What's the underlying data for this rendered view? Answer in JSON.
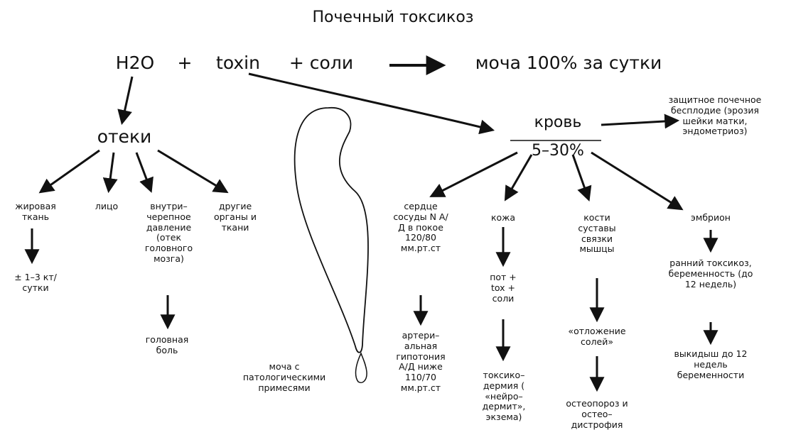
{
  "title": "Почечный токсикоз",
  "equation": {
    "h2o": "H2O",
    "plus1": "+",
    "toxin": "toxin",
    "plus_salts": "+ соли",
    "result": "моча 100% за сутки"
  },
  "edema": {
    "label": "отеки",
    "branches": {
      "fat": "жировая ткань",
      "fat_result": "± 1–3 кт/сутки",
      "face": "лицо",
      "icp": "внутри–черепное давление (отек головного мозга)",
      "icp_result": "головная боль",
      "other": "другие органы и ткани"
    }
  },
  "kidney": {
    "urine_label": "моча с патологическими примесями"
  },
  "blood": {
    "label": "кровь",
    "percent": "5–30%",
    "protective": "защитное почечное бесплодие (эрозия шейки матки, эндометриоз)",
    "heart": "сердце сосуды N А/Д в покое 120/80 мм.рт.ст",
    "heart_result": "артери–альная гипотония А/Д ниже 110/70 мм.рт.ст",
    "skin": "кожа",
    "skin_mid": "пот + tox + соли",
    "skin_result": "токсико–дермия ( «нейро–дермит», экзема)",
    "bones": "кости суставы связки мышцы",
    "bones_mid": "«отложение солей»",
    "bones_result": "остеопороз и остео–дистрофия",
    "embryo": "эмбрион",
    "embryo_mid": "ранний токсикоз, беременность (до 12 недель)",
    "embryo_result": "выкидыш до 12 недель беременности"
  }
}
